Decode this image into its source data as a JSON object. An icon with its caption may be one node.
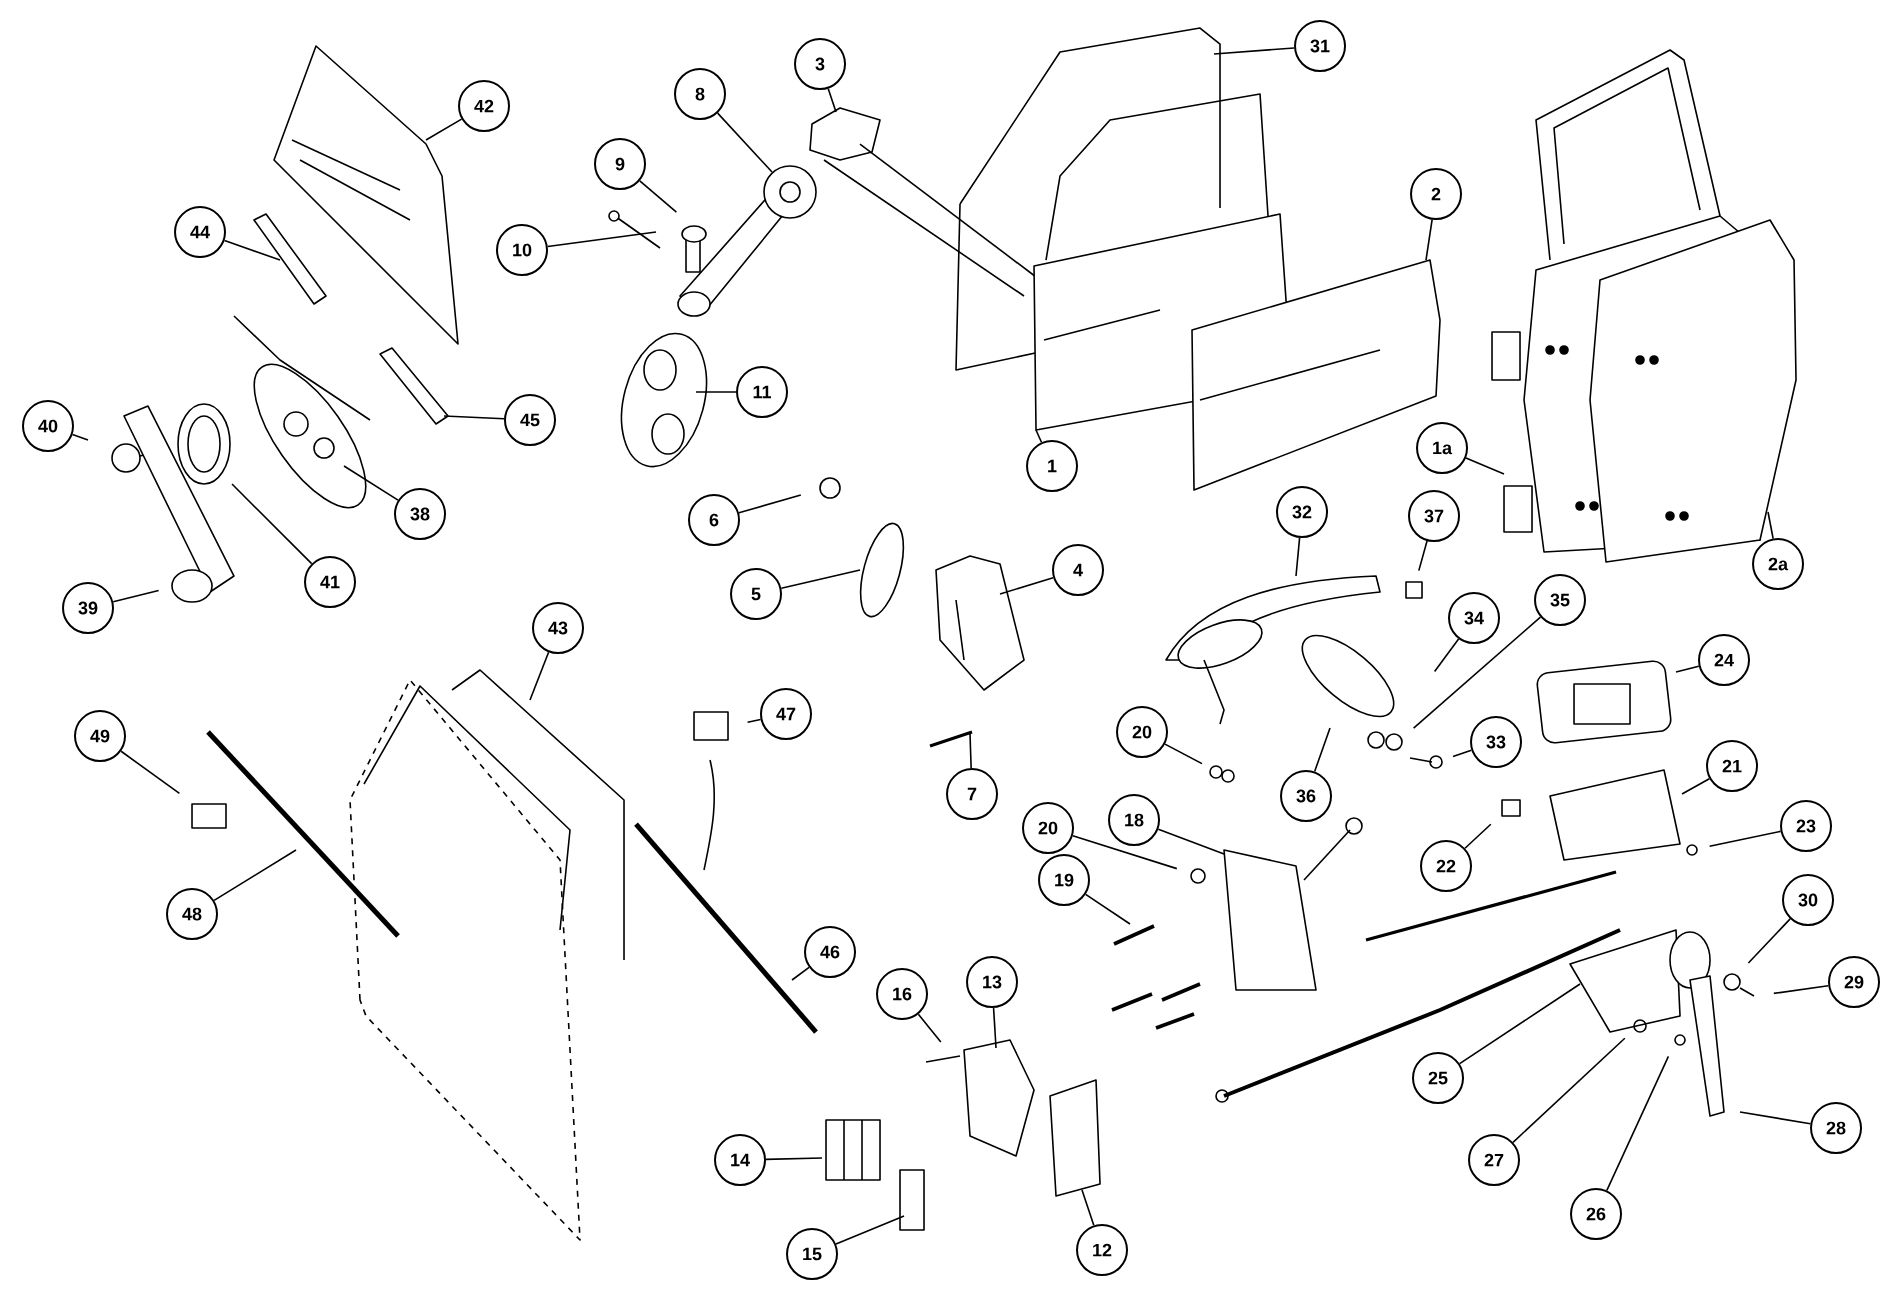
{
  "diagram": {
    "nodes": [
      {
        "text": [
          "31"
        ]
      },
      {
        "text": [
          "3"
        ]
      },
      {
        "text": [
          "8"
        ]
      },
      {
        "text": [
          "42"
        ]
      },
      {
        "text": [
          "9"
        ]
      },
      {
        "text": [
          "2"
        ]
      },
      {
        "text": [
          "44"
        ]
      },
      {
        "text": [
          "10"
        ]
      },
      {
        "text": [
          "11"
        ]
      },
      {
        "text": [
          "45"
        ]
      },
      {
        "text": [
          "40"
        ]
      },
      {
        "text": [
          "1a"
        ]
      },
      {
        "text": [
          "1"
        ]
      },
      {
        "text": [
          "32"
        ]
      },
      {
        "text": [
          "38"
        ]
      },
      {
        "text": [
          "37"
        ]
      },
      {
        "text": [
          "6"
        ]
      },
      {
        "text": [
          "2a"
        ]
      },
      {
        "text": [
          "4"
        ]
      },
      {
        "text": [
          "41"
        ]
      },
      {
        "text": [
          "5"
        ]
      },
      {
        "text": [
          "35"
        ]
      },
      {
        "text": [
          "39"
        ]
      },
      {
        "text": [
          "34"
        ]
      },
      {
        "text": [
          "43"
        ]
      },
      {
        "text": [
          "24"
        ]
      },
      {
        "text": [
          "47"
        ]
      },
      {
        "text": [
          "20"
        ]
      },
      {
        "text": [
          "49"
        ]
      },
      {
        "text": [
          "33"
        ]
      },
      {
        "text": [
          "21"
        ]
      },
      {
        "text": [
          "7"
        ]
      },
      {
        "text": [
          "36"
        ]
      },
      {
        "text": [
          "18"
        ]
      },
      {
        "text": [
          "23"
        ]
      },
      {
        "text": [
          "20"
        ]
      },
      {
        "text": [
          "22"
        ]
      },
      {
        "text": [
          "19"
        ]
      },
      {
        "text": [
          "30"
        ]
      },
      {
        "text": [
          "48"
        ]
      },
      {
        "text": [
          "46"
        ]
      },
      {
        "text": [
          "13"
        ]
      },
      {
        "text": [
          "29"
        ]
      },
      {
        "text": [
          "16"
        ]
      },
      {
        "text": [
          "25"
        ]
      },
      {
        "text": [
          "28"
        ]
      },
      {
        "text": [
          "14"
        ]
      },
      {
        "text": [
          "27"
        ]
      },
      {
        "text": [
          "26"
        ]
      },
      {
        "text": [
          "12"
        ]
      },
      {
        "text": [
          "15"
        ]
      }
    ],
    "edges": [
      {
        "from": 0,
        "to": null,
        "arrow": "none"
      },
      {
        "from": 1,
        "to": null,
        "arrow": "none"
      },
      {
        "from": 2,
        "to": null,
        "arrow": "none"
      },
      {
        "from": 3,
        "to": null,
        "arrow": "none"
      },
      {
        "from": 4,
        "to": null,
        "arrow": "none"
      },
      {
        "from": 5,
        "to": null,
        "arrow": "none"
      },
      {
        "from": 6,
        "to": null,
        "arrow": "none"
      },
      {
        "from": 7,
        "to": null,
        "arrow": "none"
      },
      {
        "from": 8,
        "to": null,
        "arrow": "none"
      },
      {
        "from": 9,
        "to": null,
        "arrow": "none"
      },
      {
        "from": 10,
        "to": null,
        "arrow": "none"
      },
      {
        "from": 11,
        "to": null,
        "arrow": "none"
      },
      {
        "from": 12,
        "to": null,
        "arrow": "none"
      },
      {
        "from": 13,
        "to": null,
        "arrow": "none"
      },
      {
        "from": 14,
        "to": null,
        "arrow": "none"
      },
      {
        "from": 15,
        "to": null,
        "arrow": "none"
      },
      {
        "from": 16,
        "to": null,
        "arrow": "none"
      },
      {
        "from": 17,
        "to": null,
        "arrow": "none"
      },
      {
        "from": 18,
        "to": null,
        "arrow": "none"
      },
      {
        "from": 19,
        "to": null,
        "arrow": "none"
      },
      {
        "from": 20,
        "to": null,
        "arrow": "none"
      },
      {
        "from": 21,
        "to": null,
        "arrow": "none"
      },
      {
        "from": 22,
        "to": null,
        "arrow": "none"
      },
      {
        "from": 23,
        "to": null,
        "arrow": "none"
      },
      {
        "from": 24,
        "to": null,
        "arrow": "none"
      },
      {
        "from": 25,
        "to": null,
        "arrow": "none"
      },
      {
        "from": 26,
        "to": null,
        "arrow": "none"
      },
      {
        "from": 27,
        "to": null,
        "arrow": "none"
      },
      {
        "from": 28,
        "to": null,
        "arrow": "none"
      },
      {
        "from": 29,
        "to": null,
        "arrow": "none"
      },
      {
        "from": 30,
        "to": null,
        "arrow": "none"
      },
      {
        "from": 31,
        "to": null,
        "arrow": "none"
      },
      {
        "from": 32,
        "to": null,
        "arrow": "none"
      },
      {
        "from": 33,
        "to": null,
        "arrow": "none"
      },
      {
        "from": 34,
        "to": null,
        "arrow": "none"
      },
      {
        "from": 35,
        "to": null,
        "arrow": "none"
      },
      {
        "from": 36,
        "to": null,
        "arrow": "none"
      },
      {
        "from": 37,
        "to": null,
        "arrow": "none"
      },
      {
        "from": 38,
        "to": null,
        "arrow": "none"
      },
      {
        "from": 39,
        "to": null,
        "arrow": "none"
      },
      {
        "from": 40,
        "to": null,
        "arrow": "none"
      },
      {
        "from": 41,
        "to": null,
        "arrow": "none"
      },
      {
        "from": 42,
        "to": null,
        "arrow": "none"
      },
      {
        "from": 43,
        "to": null,
        "arrow": "none"
      },
      {
        "from": 44,
        "to": null,
        "arrow": "none"
      },
      {
        "from": 45,
        "to": null,
        "arrow": "none"
      },
      {
        "from": 46,
        "to": null,
        "arrow": "none"
      },
      {
        "from": 47,
        "to": null,
        "arrow": "none"
      },
      {
        "from": 48,
        "to": null,
        "arrow": "none"
      },
      {
        "from": 49,
        "to": null,
        "arrow": "none"
      },
      {
        "from": 50,
        "to": null,
        "arrow": "none"
      }
    ]
  }
}
